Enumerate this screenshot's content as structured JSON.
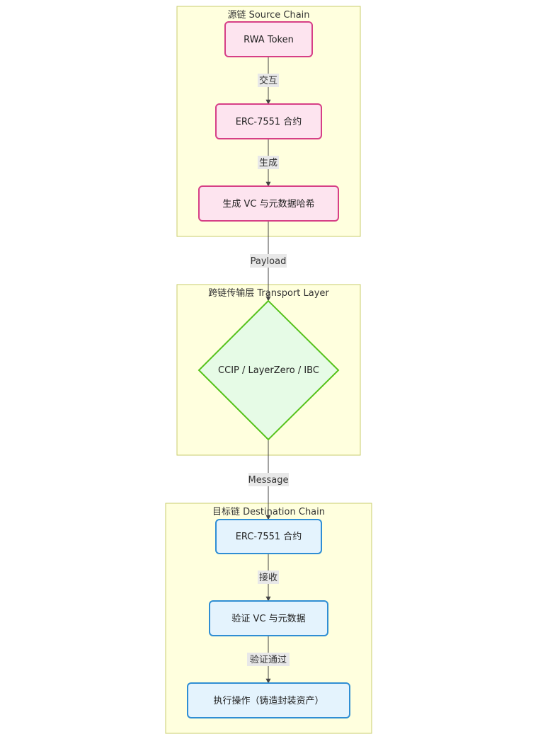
{
  "diagram": {
    "clusters": {
      "source": {
        "title": "源链 Source Chain"
      },
      "transport": {
        "title": "跨链传输层 Transport Layer"
      },
      "destination": {
        "title": "目标链 Destination Chain"
      }
    },
    "nodes": {
      "rwa_token": "RWA Token",
      "src_contract": "ERC-7551 合约",
      "gen_vc": "生成 VC 与元数据哈希",
      "transport": "CCIP / LayerZero / IBC",
      "dst_contract": "ERC-7551 合约",
      "verify_vc": "验证 VC 与元数据",
      "execute": "执行操作（铸造封装资产）"
    },
    "edges": {
      "interact": "交互",
      "generate": "生成",
      "payload": "Payload",
      "message": "Message",
      "receive": "接收",
      "verified": "验证通过"
    },
    "colors": {
      "cluster_fill": "#ffffde",
      "pink_fill": "#fde4ef",
      "pink_stroke": "#d63f86",
      "green_fill": "#e6fbe6",
      "green_stroke": "#55c21a",
      "blue_fill": "#e4f3fd",
      "blue_stroke": "#2f8ed4"
    }
  }
}
